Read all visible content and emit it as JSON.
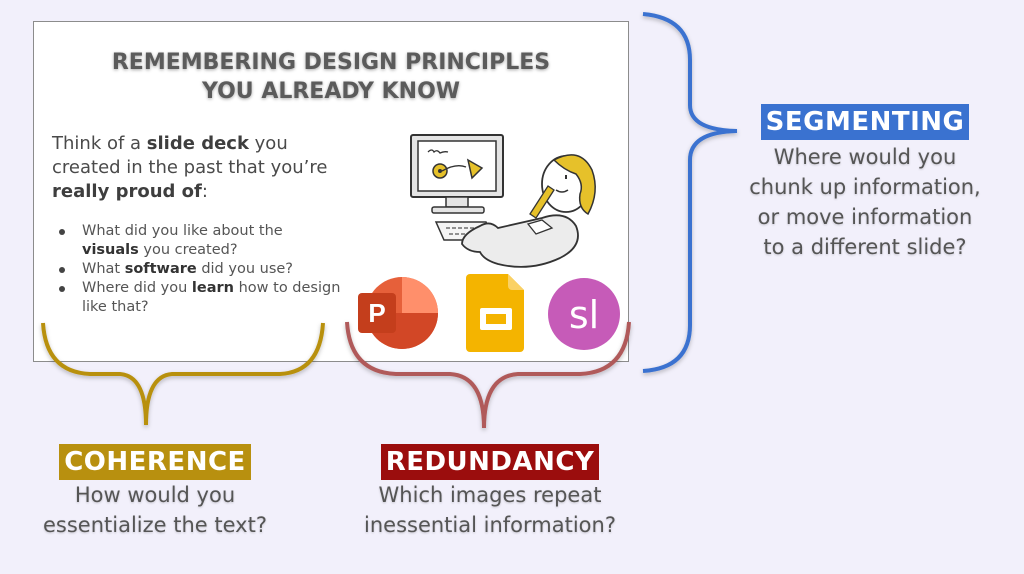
{
  "slide": {
    "title_line1": "REMEMBERING DESIGN PRINCIPLES",
    "title_line2": "YOU ALREADY KNOW",
    "intro": {
      "t1": "Think of a ",
      "b1": "slide deck",
      "t2": " you created in the past that you’re ",
      "b2": "really proud of",
      "t3": ":"
    },
    "bullets": [
      {
        "t1": "What did you like about the ",
        "b": "visuals",
        "t2": " you created?"
      },
      {
        "t1": "What ",
        "b": "software",
        "t2": " did you use?"
      },
      {
        "t1": "Where did you ",
        "b": "learn",
        "t2": " how to design like that?"
      }
    ],
    "illustration": "person-drawing-at-computer-illustration",
    "app_icons": [
      {
        "name": "powerpoint-icon",
        "letter": "P",
        "color": "#c43e1c"
      },
      {
        "name": "google-slides-icon",
        "color": "#f4b400"
      },
      {
        "name": "slides-sl-icon",
        "letter": "sl",
        "color": "#c65bb8"
      }
    ]
  },
  "annotations": {
    "segmenting": {
      "tag": "SEGMENTING",
      "color": "#3a72d0",
      "desc_line1": "Where would you",
      "desc_line2": "chunk up information,",
      "desc_line3": "or move information",
      "desc_line4": "to a different slide?"
    },
    "coherence": {
      "tag": "COHERENCE",
      "color": "#b8900f",
      "desc_line1": "How would you",
      "desc_line2": "essentialize the text?"
    },
    "redundancy": {
      "tag": "REDUNDANCY",
      "color": "#9b0d0d",
      "brace_color": "#b05a5a",
      "desc_line1": "Which images repeat",
      "desc_line2": "inessential information?"
    }
  }
}
